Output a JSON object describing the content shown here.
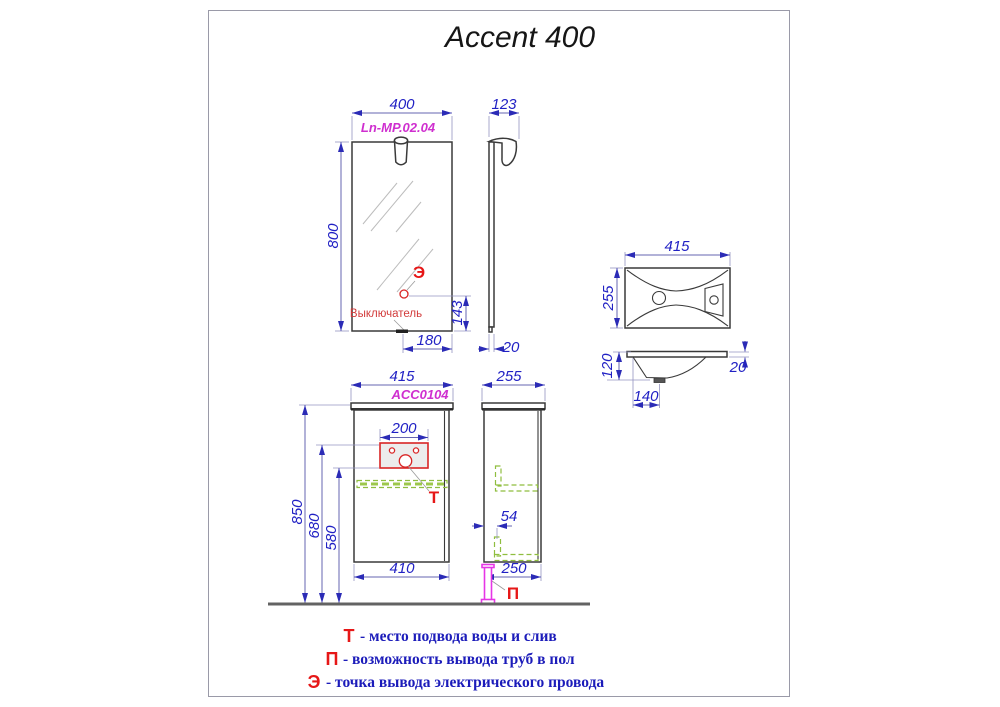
{
  "title": "Accent 400",
  "mirror": {
    "model": "Ln-MP.02.04",
    "width": "400",
    "height": "800",
    "depth": "123",
    "switch_offset": "180",
    "switch_height": "143",
    "wall_gap": "20",
    "switch_label": "Выключатель",
    "electric_symbol": "Э"
  },
  "sink": {
    "width": "415",
    "depth": "255",
    "height": "120",
    "drain_offset": "140",
    "rim_height": "20"
  },
  "cabinet": {
    "model": "ACC0104",
    "width": "415",
    "depth": "255",
    "inlet_width": "200",
    "height_floor": "850",
    "inlet_top_height": "680",
    "inlet_bottom_height": "580",
    "body_width": "410",
    "pipe_offset": "54",
    "body_depth": "250",
    "water_symbol": "Т",
    "floor_pipe_symbol": "П"
  },
  "legend": [
    {
      "symbol": "Т",
      "text": "- место подвода воды и слив"
    },
    {
      "symbol": "П",
      "text": "- возможность вывода труб в пол"
    },
    {
      "symbol": "Э",
      "text": "- точка вывода электрического провода"
    }
  ],
  "colors": {
    "dimension": "#2121c4",
    "model_label": "#cf2fcf",
    "marker_red": "#e61717",
    "hidden_pipes_green": "#8fbe3f",
    "floor_pipe_magenta": "#e636e6",
    "legend_text_blue": "#1c1cba"
  }
}
